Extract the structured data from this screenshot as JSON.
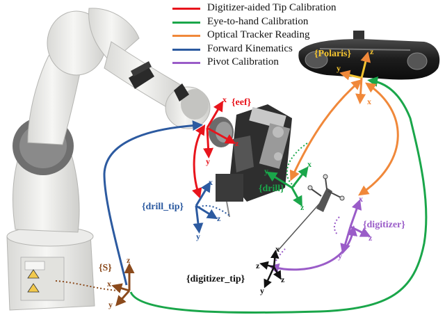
{
  "legend": [
    {
      "label": "Digitizer-aided Tip Calibration",
      "color": "#e8141c"
    },
    {
      "label": "Eye-to-hand Calibration",
      "color": "#1aa64a"
    },
    {
      "label": "Optical Tracker Reading",
      "color": "#f0883a"
    },
    {
      "label": "Forward Kinematics",
      "color": "#2c5aa0"
    },
    {
      "label": "Pivot Calibration",
      "color": "#9a5cc8"
    }
  ],
  "frames": {
    "polaris": "{Polaris}",
    "eef": "{eef}",
    "drill": "{drill}",
    "drill_tip": "{drill_tip}",
    "digitizer": "{digitizer}",
    "s": "{S}",
    "digitizer_tip": "{digitizer_tip}"
  },
  "axes": {
    "x": "x",
    "y": "y",
    "z": "z"
  },
  "colors": {
    "red": "#e8141c",
    "green": "#1aa64a",
    "orange": "#f0883a",
    "blue": "#2c5aa0",
    "purple": "#9a5cc8",
    "brown": "#8b4a1c",
    "black": "#111111",
    "polaris_label": "#f4c430"
  }
}
